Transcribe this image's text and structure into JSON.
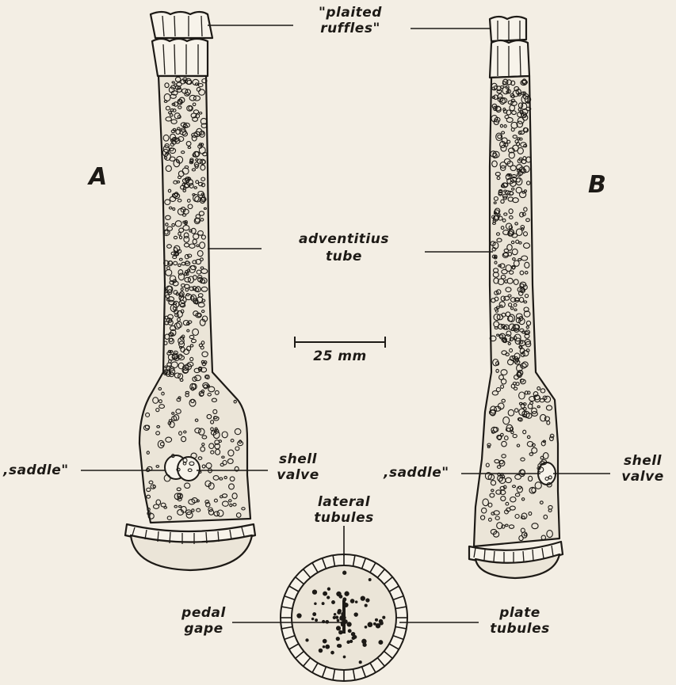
{
  "figure": {
    "panel_a": "A",
    "panel_b": "B",
    "scale_bar": "25 mm",
    "labels": {
      "plaited_ruffles_1": "\"plaited",
      "plaited_ruffles_2": "ruffles\"",
      "adventitious_1": "adventitius",
      "adventitious_2": "tube",
      "saddle_a": ",saddle\"",
      "saddle_b": ",saddle\"",
      "shell_valve_a_1": "shell",
      "shell_valve_a_2": "valve",
      "shell_valve_b_1": "shell",
      "shell_valve_b_2": "valve",
      "lateral_tubules_1": "lateral",
      "lateral_tubules_2": "tubules",
      "pedal_gape_1": "pedal",
      "pedal_gape_2": "gape",
      "plate_tubules_1": "plate",
      "plate_tubules_2": "tubules"
    },
    "colors": {
      "ink": "#1d1a16",
      "paper": "#f3eee4"
    }
  }
}
